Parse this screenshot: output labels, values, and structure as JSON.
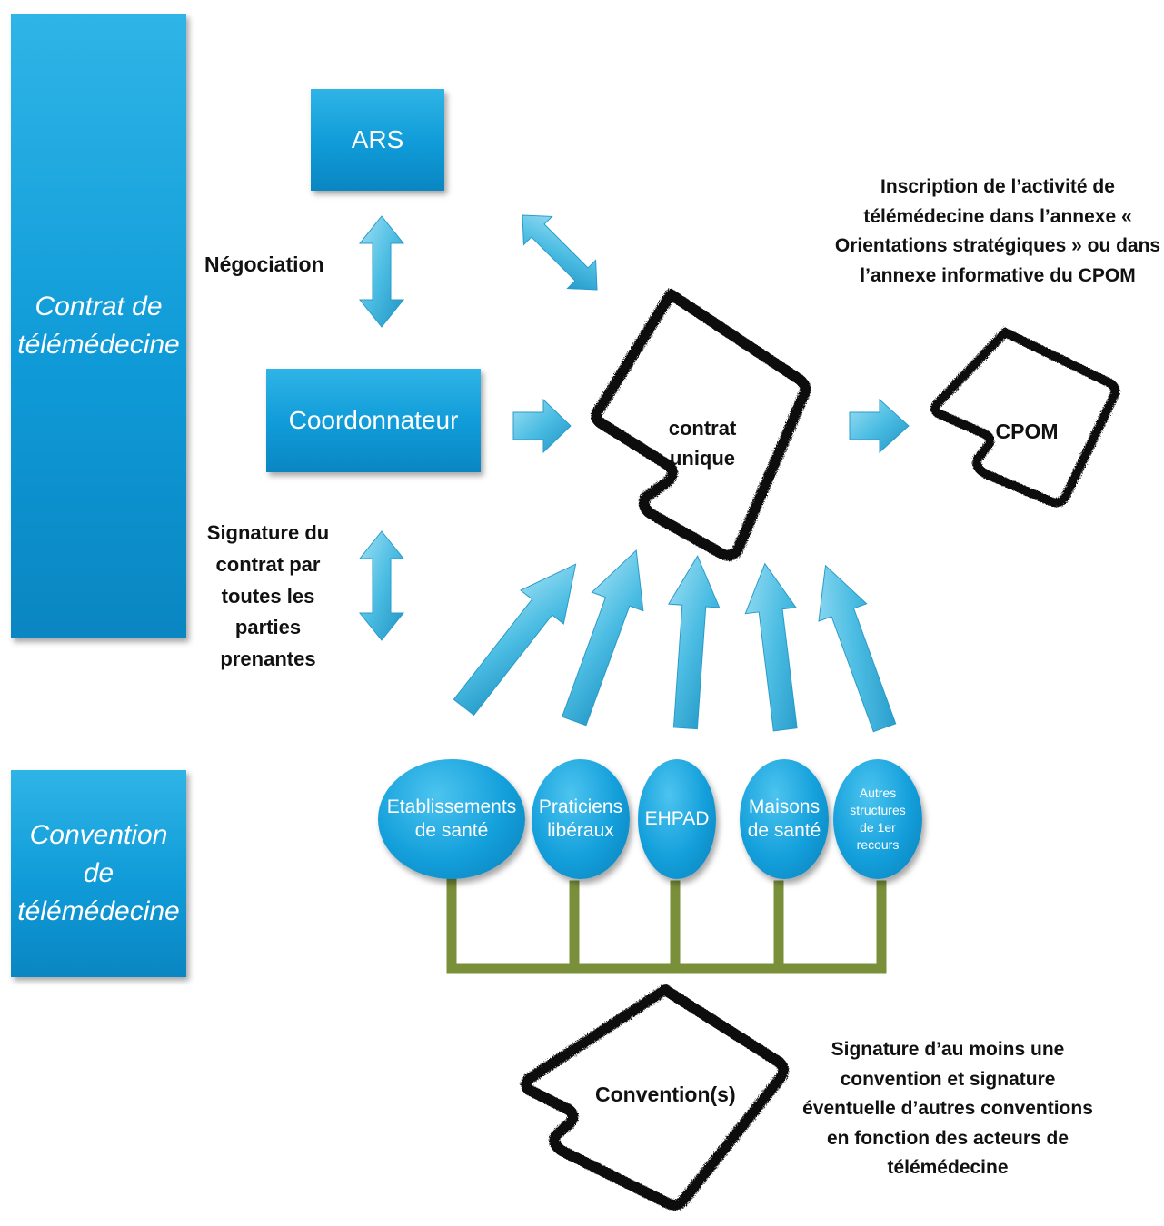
{
  "side": {
    "contrat": "Contrat de télémédecine",
    "convention": "Convention de télémédecine"
  },
  "boxes": {
    "ars": "ARS",
    "coordonnateur": "Coordonnateur"
  },
  "labels": {
    "negociation": "Négociation",
    "signature_contrat": "Signature du contrat par toutes les parties prenantes",
    "inscription": "Inscription de l’activité de télémédecine dans l’annexe « Orientations stratégiques » ou dans l’annexe informative du CPOM",
    "signature_convention": "Signature d’au moins une convention et signature éventuelle d’autres conventions en fonction des acteurs de télémédecine"
  },
  "documents": {
    "contrat_unique": "contrat unique",
    "cpom": "CPOM",
    "conventions": "Convention(s)"
  },
  "actors": [
    {
      "label": "Etablissements de santé"
    },
    {
      "label": "Praticiens libéraux"
    },
    {
      "label": "EHPAD"
    },
    {
      "label": "Maisons de santé"
    },
    {
      "label": "Autres structures de 1er recours"
    }
  ],
  "colors": {
    "box_blue": "#139fdb",
    "arrow_blue": "#5bc4e6",
    "connector_green": "#7a8f3a"
  }
}
